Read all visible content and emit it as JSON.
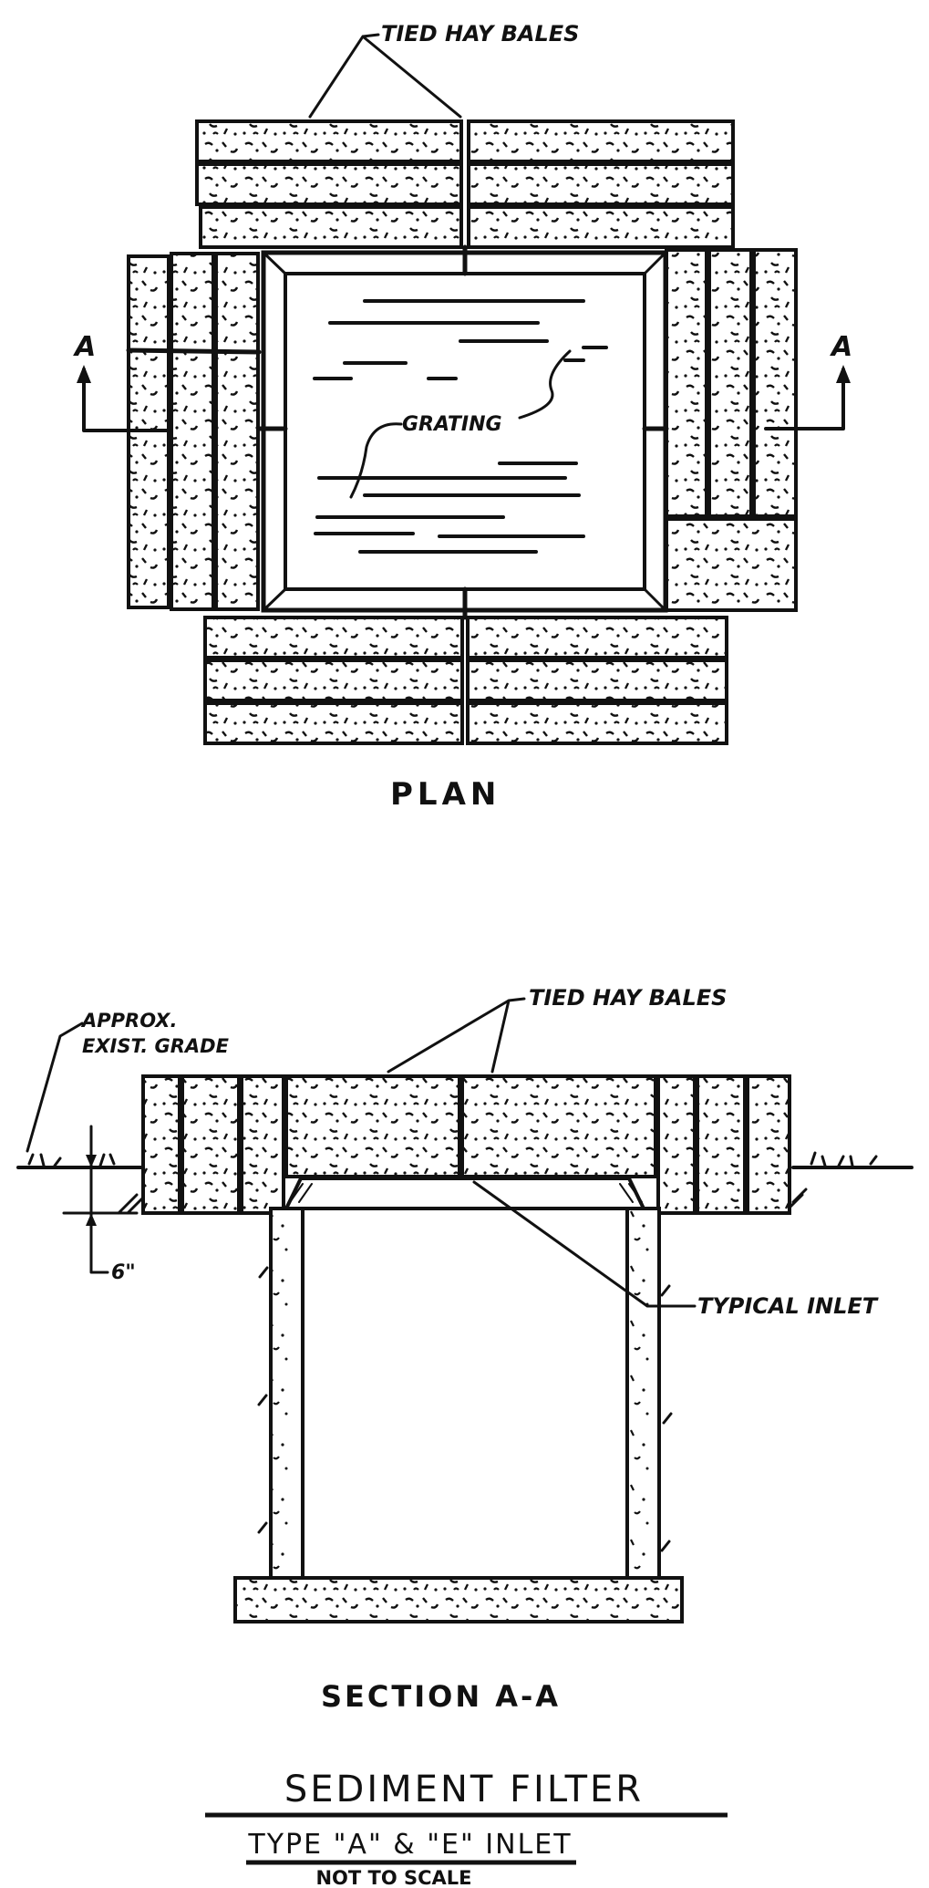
{
  "labels": {
    "tied_hay_bales_plan": "TIED HAY BALES",
    "grating": "GRATING",
    "section_marker_left": "A",
    "section_marker_right": "A",
    "plan_title": "PLAN",
    "approx": "APPROX.",
    "exist_grade": "EXIST. GRADE",
    "tied_hay_bales_section": "TIED HAY BALES",
    "depth": "6\"",
    "typical_inlet": "TYPICAL INLET",
    "section_title": "SECTION A-A",
    "main_title": "SEDIMENT FILTER",
    "subtitle": "TYPE \"A\" & \"E\" INLET",
    "scale_note": "NOT TO SCALE"
  },
  "colors": {
    "ink": "#111111",
    "paper": "#ffffff"
  }
}
